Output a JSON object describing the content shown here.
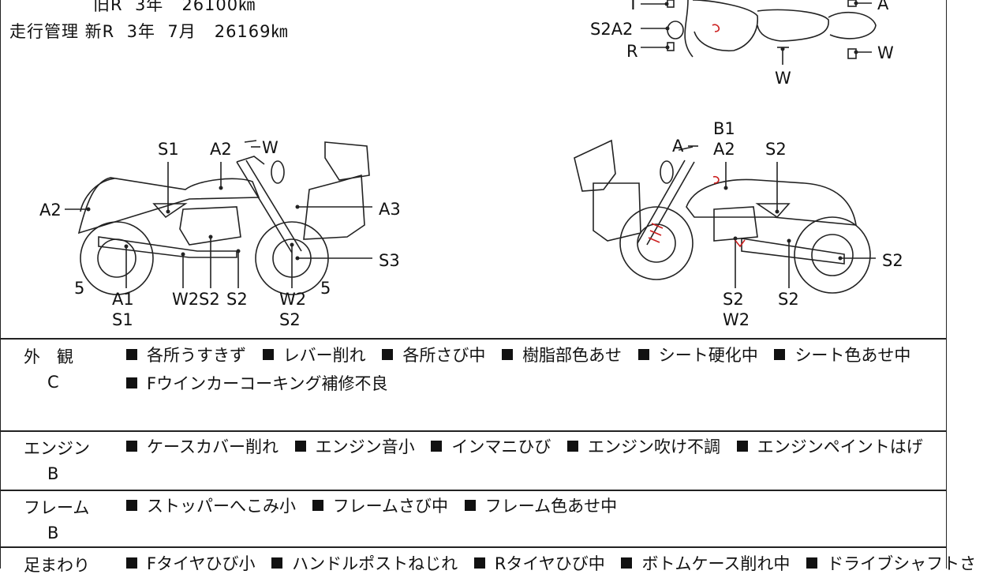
{
  "mileage": {
    "old_line": "旧R  3年   26100㎞",
    "new_line": "走行管理 新R  3年  7月   26169㎞"
  },
  "top_view_labels": [
    "T",
    "S2A2",
    "R",
    "A",
    "W",
    "W"
  ],
  "left_view_labels": [
    "S1",
    "A2",
    "W",
    "A2",
    "A3",
    "S3",
    "5",
    "A1",
    "S1",
    "W2",
    "S2",
    "S2",
    "W2",
    "S2",
    "5"
  ],
  "right_view_labels": [
    "B1",
    "A",
    "A2",
    "S2",
    "S2",
    "S2",
    "W2",
    "S2"
  ],
  "sections": [
    {
      "category": "外　観",
      "grade": "C",
      "items": [
        "各所うすきず",
        "レバー削れ",
        "各所さび中",
        "樹脂部色あせ",
        "シート硬化中",
        "シート色あせ中",
        "Fウインカーコーキング補修不良"
      ]
    },
    {
      "category": "エンジン",
      "grade": "B",
      "items": [
        "ケースカバー削れ",
        "エンジン音小",
        "インマニひび",
        "エンジン吹け不調",
        "エンジンペイントはげ"
      ]
    },
    {
      "category": "フレーム",
      "grade": "B",
      "items": [
        "ストッパーへこみ小",
        "フレームさび中",
        "フレーム色あせ中"
      ]
    },
    {
      "category": "足まわり",
      "grade": "",
      "items": [
        "Fタイヤひび小",
        "ハンドルポストねじれ",
        "Rタイヤひび中",
        "ボトムケース削れ中",
        "ドライブシャフトさ"
      ]
    }
  ]
}
